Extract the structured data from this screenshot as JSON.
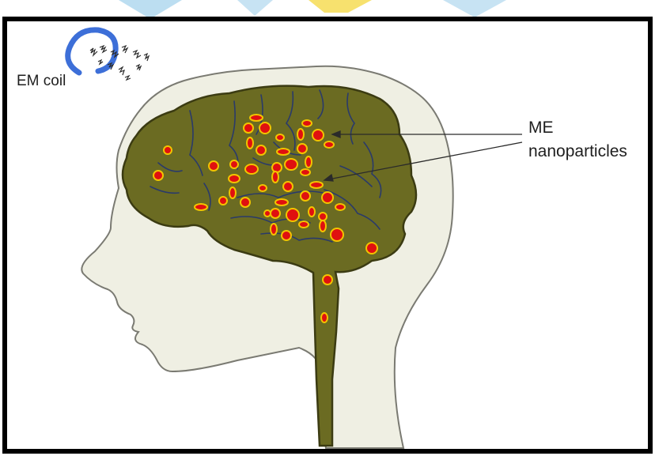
{
  "labels": {
    "em_coil": "EM coil",
    "me_line1": "ME",
    "me_line2": "nanoparticles"
  },
  "colors": {
    "background": "#ffffff",
    "frame": "#000000",
    "head_fill": "#efefe3",
    "head_outline": "#7a7a72",
    "brain_fill": "#6b6b22",
    "brain_outline": "#3b3b12",
    "fold_lines": "#2a3a6a",
    "coil": "#3d6fd8",
    "particle_fill": "#e01010",
    "particle_outline": "#f2c400",
    "watermark_blue": "#8fc8e8",
    "watermark_yellow": "#f5d94a"
  },
  "icons": {
    "coil": "em-coil-icon",
    "field_lines": "magnetic-field-squiggle-icon",
    "brain": "brain-icon",
    "head": "head-profile-icon",
    "particle": "nanoparticle-icon",
    "pointer": "arrow-icon"
  }
}
